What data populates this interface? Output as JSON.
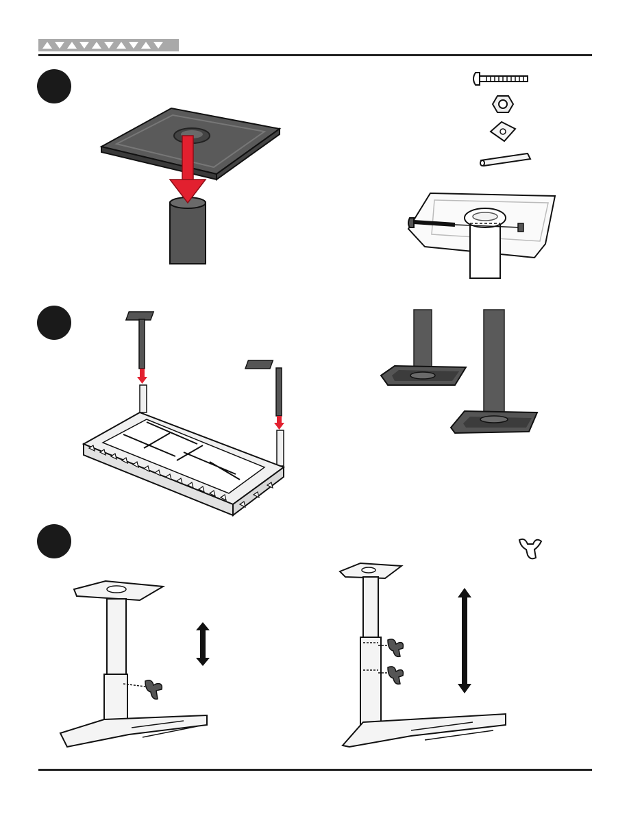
{
  "header": {
    "ribbon_icons": [
      "triangle-up-icon",
      "triangle-down-icon",
      "triangle-up-icon",
      "triangle-down-icon",
      "triangle-up-icon",
      "triangle-down-icon",
      "triangle-up-icon",
      "triangle-down-icon",
      "triangle-up-icon",
      "triangle-down-icon"
    ],
    "colors": {
      "ribbon": "#a9a9a9",
      "rule": "#222222"
    }
  },
  "steps": [
    {
      "id": 1,
      "parts": [
        "carriage-bolt-icon",
        "hex-nut-icon",
        "square-washer-icon",
        "pin-icon"
      ]
    },
    {
      "id": 2
    },
    {
      "id": 3,
      "parts": [
        "wing-knob-icon"
      ]
    }
  ],
  "colors": {
    "arrow": "#e2202f",
    "plate": "#4a4a4a",
    "tube": "#555555",
    "frame": "#f0f0f0",
    "badge": "#1a1a1a"
  }
}
